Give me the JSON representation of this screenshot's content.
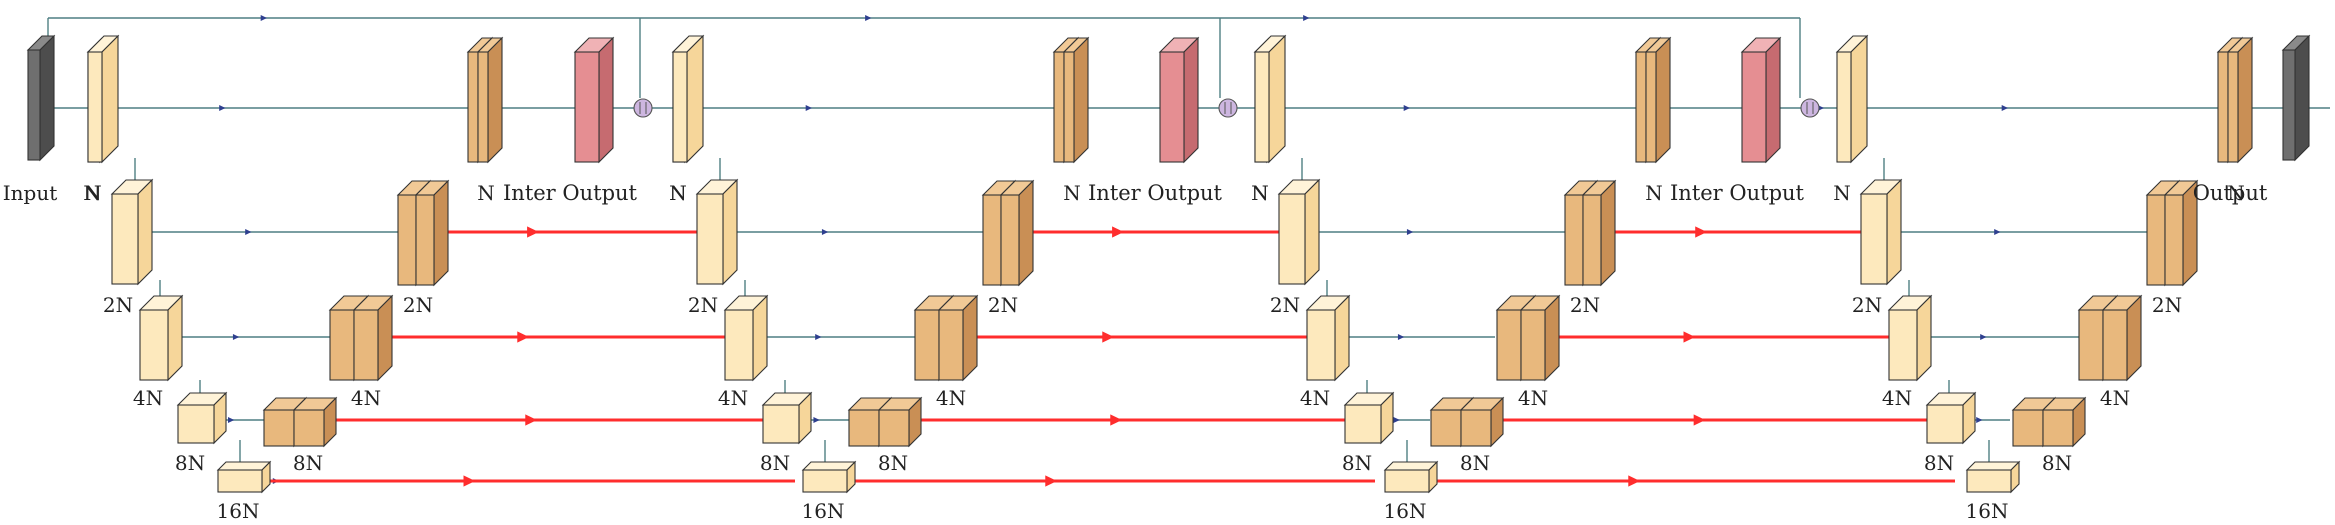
{
  "labels": {
    "input": "Input",
    "output": "Output",
    "inter_output": "Inter Output",
    "n": "N",
    "n2": "2N",
    "n4": "4N",
    "n8": "8N",
    "n16": "16N",
    "merge_symbol": "⊕"
  },
  "colors": {
    "background": "#ffffff",
    "flow_line": "#4f7f83",
    "flow_arrow": "#2e3f8f",
    "skip_line": "#ff2d2d",
    "conv_face": "#fde9bd",
    "conv_side": "#f6d69a",
    "conv_top": "#fff3d8",
    "deconv_face": "#e8b87d",
    "deconv_side": "#c98f55",
    "deconv_top": "#f1c996",
    "io_face": "#6f6f6f",
    "inter_face": "#e58e92",
    "merge_fill": "#cdb6e0"
  },
  "stages": [
    "encoder-0",
    "encoder-1",
    "encoder-2",
    "encoder-3"
  ],
  "levels": [
    "N",
    "2N",
    "4N",
    "8N",
    "16N"
  ]
}
